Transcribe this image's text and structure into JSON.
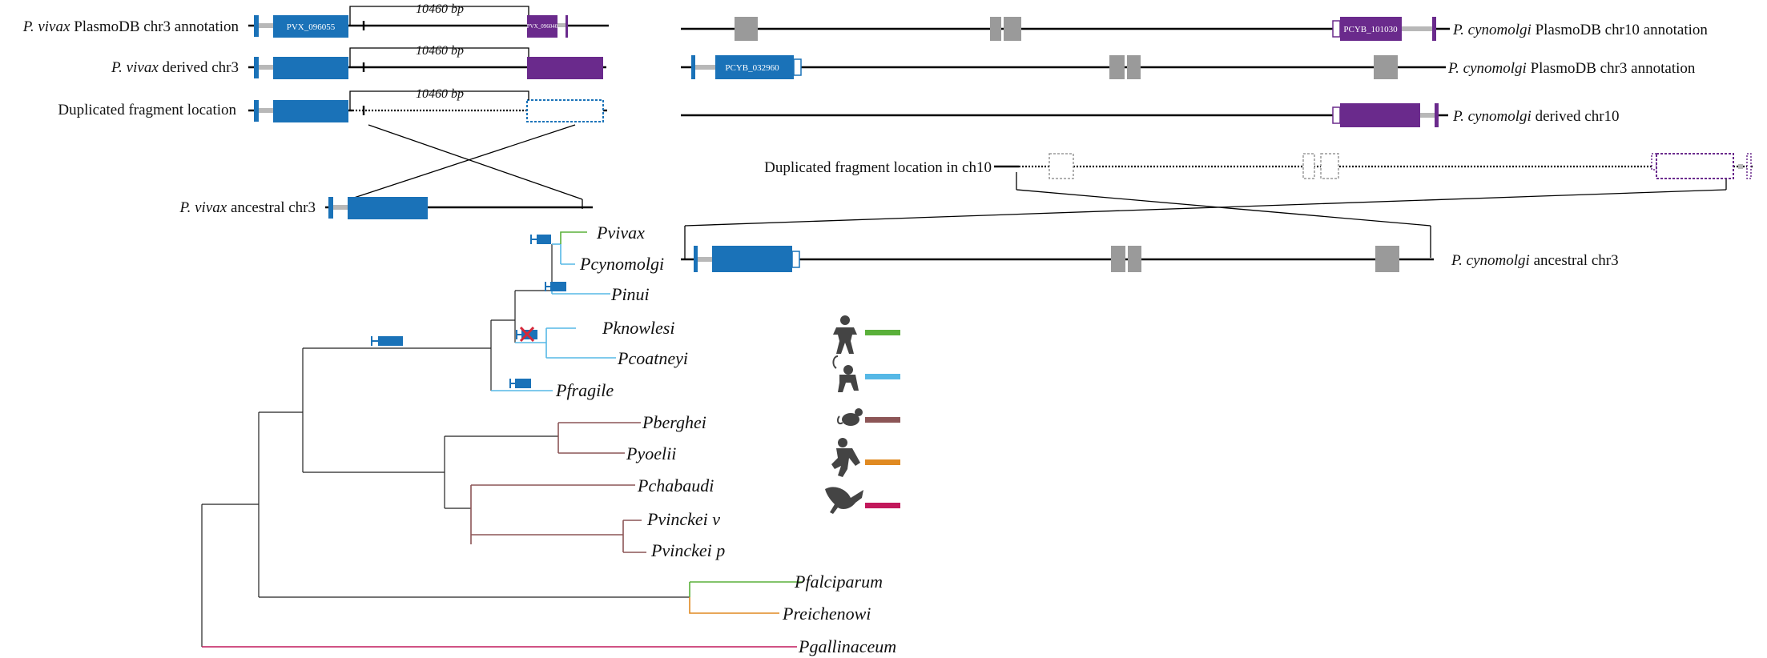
{
  "colors": {
    "blue_gene": "#1a72b8",
    "purple_gene": "#6a2a8c",
    "gray_block": "#9a9a9a",
    "utr_gray": "#b8b8b8",
    "branch_dark": "#222222",
    "clade_green": "#5ab03a",
    "clade_light_blue": "#56b8e6",
    "clade_brown": "#8c5556",
    "clade_orange": "#e08a22",
    "clade_magenta": "#c2185b",
    "delete_red": "#d62839"
  },
  "left_panel": {
    "row1": {
      "label_prefix": "P. vivax",
      "label_suffix": " PlasmoDB chr3 annotation",
      "gene1": "PVX_096055",
      "gene2": "PVX_096040",
      "distance": "10460 bp"
    },
    "row2": {
      "label_prefix": "P. vivax",
      "label_suffix": " derived chr3",
      "distance": "10460 bp"
    },
    "row3": {
      "label": "Duplicated fragment location",
      "distance": "10460 bp"
    },
    "row4": {
      "label_prefix": "P. vivax",
      "label_suffix": " ancestral chr3"
    }
  },
  "right_panel": {
    "row1": {
      "label_prefix": "P. cynomolgi",
      "label_suffix": " PlasmoDB chr10 annotation",
      "gene": "PCYB_101030"
    },
    "row2": {
      "label_prefix": "P. cynomolgi",
      "label_suffix": " PlasmoDB chr3 annotation",
      "gene": "PCYB_032960"
    },
    "row3": {
      "label_prefix": "P. cynomolgi",
      "label_suffix": " derived chr10"
    },
    "row4": {
      "label": "Duplicated fragment location in ch10"
    },
    "row5": {
      "label_prefix": "P. cynomolgi",
      "label_suffix": " ancestral chr3"
    }
  },
  "tree": {
    "taxa": [
      "Pvivax",
      "Pcynomolgi",
      "Pinui",
      "Pknowlesi",
      "Pcoatneyi",
      "Pfragile",
      "Pberghei",
      "Pyoelii",
      "Pchabaudi",
      "Pvinckei v",
      "Pvinckei p",
      "Pfalciparum",
      "Preichenowi",
      "Pgallinaceum"
    ]
  },
  "legend": {
    "hosts": [
      {
        "icon": "human-icon",
        "color": "#5ab03a"
      },
      {
        "icon": "monkey-icon",
        "color": "#56b8e6"
      },
      {
        "icon": "rodent-icon",
        "color": "#8c5556"
      },
      {
        "icon": "ape-icon",
        "color": "#e08a22"
      },
      {
        "icon": "bird-icon",
        "color": "#c2185b"
      }
    ]
  }
}
